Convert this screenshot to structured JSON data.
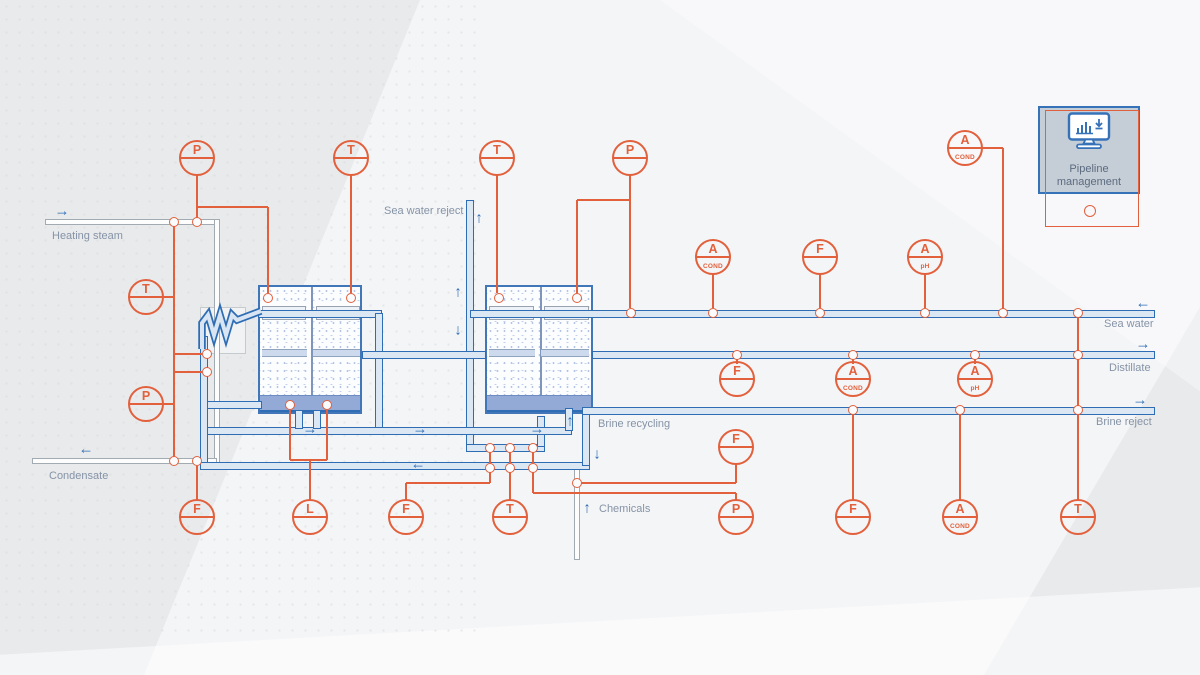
{
  "meta": {
    "accent_orange": "#e2603c",
    "pipe_blue": "#2e6db4",
    "steam_pipe_gray": "#a2abb2",
    "label_color": "#8593a6",
    "background": "#e9eaec"
  },
  "labels": {
    "heating_steam": "Heating steam",
    "condensate": "Condensate",
    "sea_water_reject": "Sea water reject",
    "brine_recycling": "Brine recycling",
    "chemicals": "Chemicals",
    "sea_water": "Sea water",
    "distillate": "Distillate",
    "brine_reject": "Brine reject"
  },
  "pipeline_management": {
    "title_line1": "Pipeline",
    "title_line2": "management",
    "icon": "monitor-chart-download-icon"
  },
  "instruments": [
    {
      "id": "p-steam",
      "letter": "P",
      "sub": ""
    },
    {
      "id": "t-evaporator1",
      "letter": "T",
      "sub": ""
    },
    {
      "id": "t-evaporator2",
      "letter": "T",
      "sub": ""
    },
    {
      "id": "p-evaporator2",
      "letter": "P",
      "sub": ""
    },
    {
      "id": "a-cond-station",
      "letter": "A",
      "sub": "COND"
    },
    {
      "id": "a-cond-seawater",
      "letter": "A",
      "sub": "COND"
    },
    {
      "id": "f-seawater",
      "letter": "F",
      "sub": ""
    },
    {
      "id": "a-ph-seawater",
      "letter": "A",
      "sub": "pH"
    },
    {
      "id": "t-steam-riser",
      "letter": "T",
      "sub": ""
    },
    {
      "id": "p-steam-riser",
      "letter": "P",
      "sub": ""
    },
    {
      "id": "f-distillate",
      "letter": "F",
      "sub": ""
    },
    {
      "id": "a-cond-distillate",
      "letter": "A",
      "sub": "COND"
    },
    {
      "id": "a-ph-distillate",
      "letter": "A",
      "sub": "pH"
    },
    {
      "id": "f-chemicals",
      "letter": "F",
      "sub": ""
    },
    {
      "id": "f-condensate",
      "letter": "F",
      "sub": ""
    },
    {
      "id": "l-evaporator1",
      "letter": "L",
      "sub": ""
    },
    {
      "id": "f-recycle",
      "letter": "F",
      "sub": ""
    },
    {
      "id": "t-recycle",
      "letter": "T",
      "sub": ""
    },
    {
      "id": "p-recycle",
      "letter": "P",
      "sub": ""
    },
    {
      "id": "f-brine",
      "letter": "F",
      "sub": ""
    },
    {
      "id": "a-cond-brine",
      "letter": "A",
      "sub": "COND"
    },
    {
      "id": "t-brine",
      "letter": "T",
      "sub": ""
    }
  ]
}
